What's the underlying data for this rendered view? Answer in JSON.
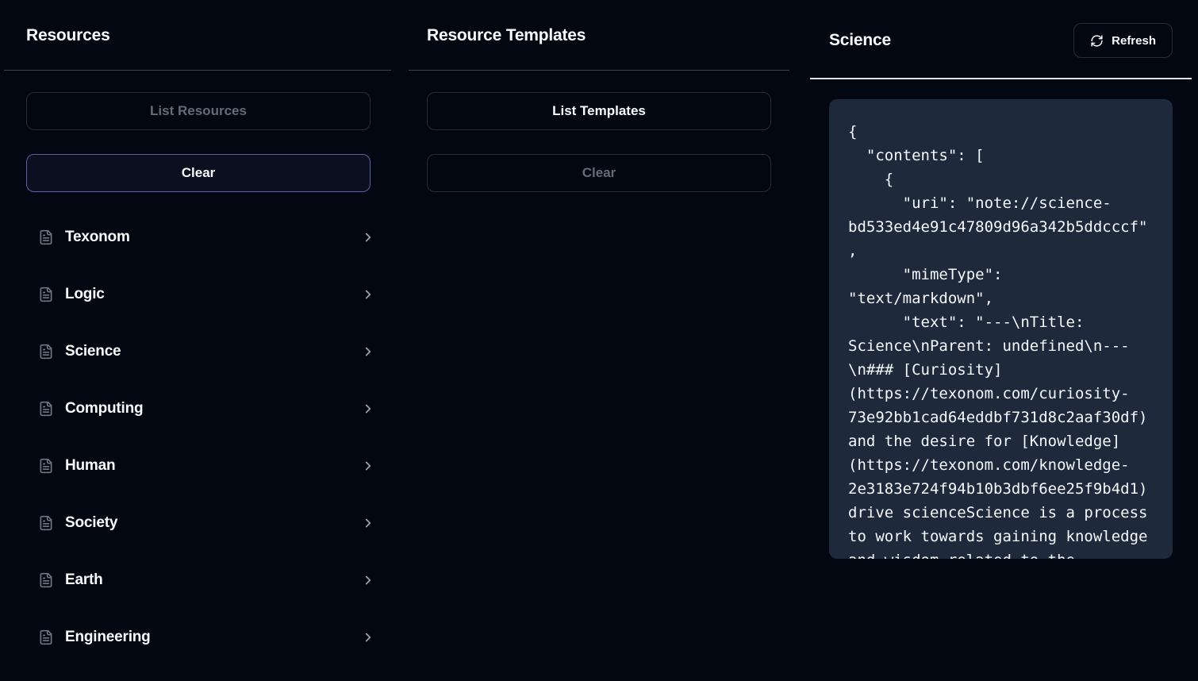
{
  "resources_panel": {
    "title": "Resources",
    "list_button": "List Resources",
    "clear_button": "Clear",
    "items": [
      "Texonom",
      "Logic",
      "Science",
      "Computing",
      "Human",
      "Society",
      "Earth",
      "Engineering"
    ]
  },
  "templates_panel": {
    "title": "Resource Templates",
    "list_button": "List Templates",
    "clear_button": "Clear"
  },
  "detail_panel": {
    "title": "Science",
    "refresh_button": "Refresh",
    "code_lines": [
      "{",
      "  \"contents\": [",
      "    {",
      "      \"uri\": \"note://science-",
      "bd533ed4e91c47809d96a342b5ddcccf\"",
      ",",
      "      \"mimeType\":",
      "\"text/markdown\",",
      "      \"text\": \"---\\nTitle:",
      "Science\\nParent: undefined\\n---",
      "\\n### [Curiosity]",
      "(https://texonom.com/curiosity-",
      "73e92bb1cad64eddbf731d8c2aaf30df)",
      "and the desire for [Knowledge]",
      "(https://texonom.com/knowledge-",
      "2e3183e724f94b10b3dbf6ee25f9b4d1)",
      "drive scienceScience is a process",
      "to work towards gaining knowledge",
      "and wisdom related to the"
    ]
  },
  "colors": {
    "bg": "#030712",
    "text-primary": "#f9fafb",
    "text-disabled": "#636b79",
    "panel-divider": "#3b4250",
    "detail-divider": "#dde3ec",
    "button-border": "#242d3f",
    "accent-border": "#5a60a5",
    "accent-fill": "#0a101f",
    "code-bg": "#1e293b",
    "code-text": "#f5f8fc",
    "icon-gray": "#6e7686",
    "chevron-gray": "#9aa3b2"
  }
}
